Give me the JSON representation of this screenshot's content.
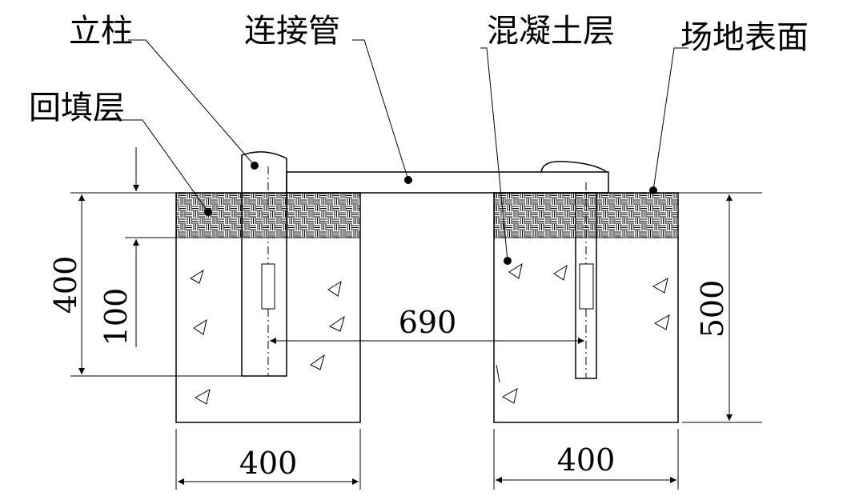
{
  "labels": {
    "post": "立柱",
    "connector": "连接管",
    "concrete": "混凝土层",
    "surface": "场地表面",
    "backfill": "回填层"
  },
  "dimensions": {
    "depth_left": "400",
    "backfill_depth": "100",
    "spacing": "690",
    "depth_right": "500",
    "width_left": "400",
    "width_right": "400"
  }
}
